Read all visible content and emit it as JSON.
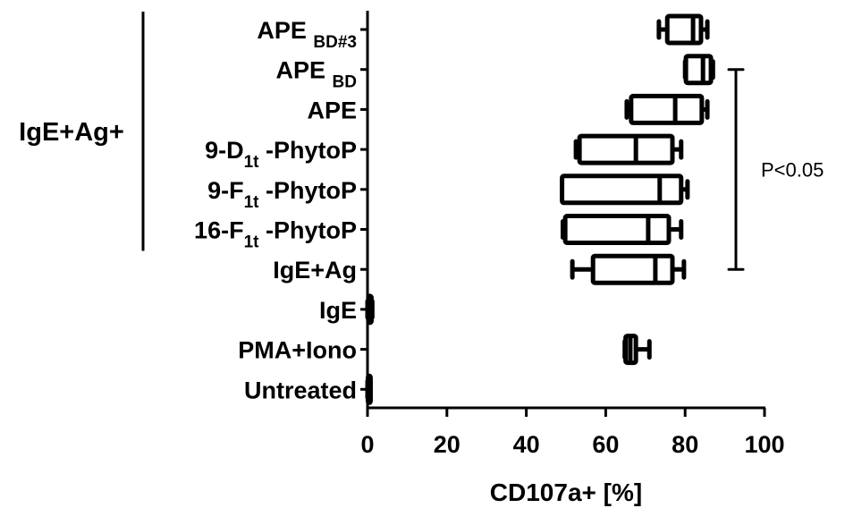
{
  "chart_data": {
    "type": "boxplot",
    "orientation": "horizontal",
    "title": "",
    "xlabel": "CD107a+ [%]",
    "ylabel": "",
    "xlim": [
      0,
      100
    ],
    "x_ticks": [
      0,
      20,
      40,
      60,
      80,
      100
    ],
    "x_tick_labels": [
      "0",
      "20",
      "40",
      "60",
      "80",
      "100"
    ],
    "grid": false,
    "group_bracket": {
      "label": "IgE+Ag+",
      "categories": [
        "APE BD#3",
        "APE BD",
        "APE",
        "9-D1t -PhytoP",
        "9-F1t -PhytoP",
        "16-F1t -PhytoP"
      ]
    },
    "significance": {
      "label": "P<0.05",
      "from_category": "APE BD",
      "to_category": "IgE+Ag"
    },
    "categories": [
      {
        "key": "ape_bd3",
        "label_main": "APE ",
        "label_sub": "BD#3",
        "label_tail": "",
        "display": "APE BD#3",
        "min": 73.4,
        "q1": 75.5,
        "median": 82.0,
        "q3": 84.0,
        "max": 85.6
      },
      {
        "key": "ape_bd",
        "label_main": "APE ",
        "label_sub": "BD",
        "label_tail": "",
        "display": "APE BD",
        "min": 80.0,
        "q1": 80.2,
        "median": 84.5,
        "q3": 86.5,
        "max": 87.0
      },
      {
        "key": "ape",
        "label_main": "APE",
        "label_sub": "",
        "label_tail": "",
        "display": "APE",
        "min": 65.3,
        "q1": 66.4,
        "median": 77.5,
        "q3": 84.2,
        "max": 85.6
      },
      {
        "key": "d1t",
        "label_main": "9-D",
        "label_sub": "1t",
        "label_tail": " -PhytoP",
        "display": "9-D1t -PhytoP",
        "min": 52.5,
        "q1": 53.4,
        "median": 67.6,
        "q3": 76.8,
        "max": 79.0
      },
      {
        "key": "f1t9",
        "label_main": "9-F",
        "label_sub": "1t",
        "label_tail": " -PhytoP",
        "display": "9-F1t -PhytoP",
        "min": 49.0,
        "q1": 49.0,
        "median": 73.6,
        "q3": 79.0,
        "max": 80.6
      },
      {
        "key": "f1t16",
        "label_main": "16-F",
        "label_sub": "1t",
        "label_tail": " -PhytoP",
        "display": "16-F1t -PhytoP",
        "min": 49.2,
        "q1": 49.8,
        "median": 70.7,
        "q3": 75.9,
        "max": 79.0
      },
      {
        "key": "ige_ag",
        "label_main": "IgE+Ag",
        "label_sub": "",
        "label_tail": "",
        "display": "IgE+Ag",
        "min": 51.6,
        "q1": 56.8,
        "median": 72.5,
        "q3": 76.8,
        "max": 79.7
      },
      {
        "key": "ige",
        "label_main": "IgE",
        "label_sub": "",
        "label_tail": "",
        "display": "IgE",
        "min": 0.0,
        "q1": 0.2,
        "median": 0.6,
        "q3": 1.0,
        "max": 1.2
      },
      {
        "key": "pma",
        "label_main": "PMA+Iono",
        "label_sub": "",
        "label_tail": "",
        "display": "PMA+Iono",
        "min": 64.8,
        "q1": 65.0,
        "median": 66.2,
        "q3": 67.6,
        "max": 71.0
      },
      {
        "key": "untreated",
        "label_main": "Untreated",
        "label_sub": "",
        "label_tail": "",
        "display": "Untreated",
        "min": 0.0,
        "q1": 0.1,
        "median": 0.3,
        "q3": 0.5,
        "max": 0.7
      }
    ]
  },
  "style": {
    "stroke": "#000000",
    "background": "#ffffff"
  }
}
